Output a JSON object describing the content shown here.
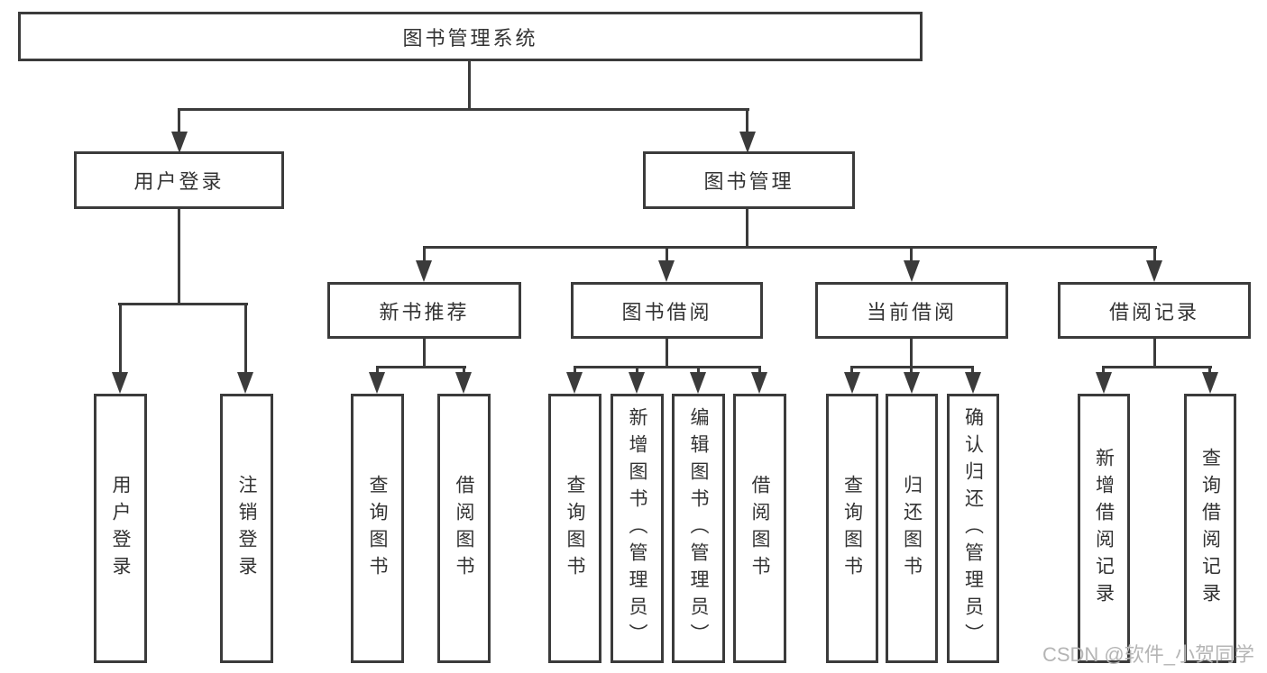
{
  "diagram_title": "图书管理系统",
  "nodes": {
    "root": "图书管理系统",
    "l2_left": "用户登录",
    "l2_right": "图书管理",
    "l3_1": "新书推荐",
    "l3_2": "图书借阅",
    "l3_3": "当前借阅",
    "l3_4": "借阅记录",
    "a1": "用户登录",
    "a2": "注销登录",
    "b1": "查询图书",
    "b2": "借阅图书",
    "c1": "查询图书",
    "c2": "新增图书（管理员）",
    "c3": "编辑图书（管理员）",
    "c4": "借阅图书",
    "d1": "查询图书",
    "d2": "归还图书",
    "d3": "确认归还（管理员）",
    "e1": "新增借阅记录",
    "e2": "查询借阅记录"
  },
  "structure": {
    "root_children": [
      "l2_left",
      "l2_right"
    ],
    "l2_left_children": [
      "a1",
      "a2"
    ],
    "l2_right_children": [
      "l3_1",
      "l3_2",
      "l3_3",
      "l3_4"
    ],
    "l3_1_children": [
      "b1",
      "b2"
    ],
    "l3_2_children": [
      "c1",
      "c2",
      "c3",
      "c4"
    ],
    "l3_3_children": [
      "d1",
      "d2",
      "d3"
    ],
    "l3_4_children": [
      "e1",
      "e2"
    ]
  },
  "watermark": "CSDN @软件_小贺同学",
  "colors": {
    "line": "#3b3b3b",
    "text": "#333333",
    "watermark": "#b5b5b5",
    "background": "#ffffff"
  }
}
